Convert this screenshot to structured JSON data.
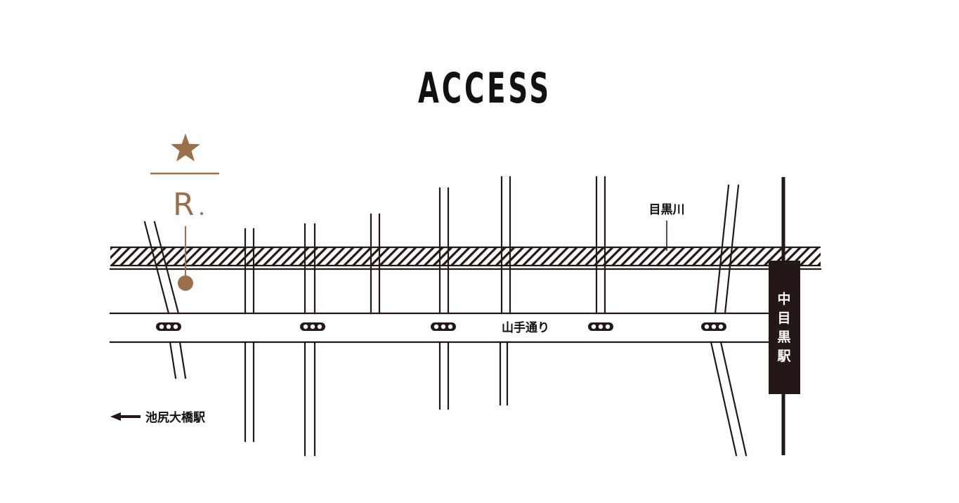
{
  "page": {
    "title": "ACCESS"
  },
  "map": {
    "labels": {
      "river": "目黒川",
      "road": "山手通り",
      "station_main": "中目黒駅",
      "station_other": "池尻大橋駅"
    },
    "store_logo": {
      "letter": "R",
      "mark": "star-icon"
    },
    "colors": {
      "line": "#231815",
      "accent": "#9b6f4a",
      "station_box": "#231815",
      "background": "#ffffff"
    }
  }
}
